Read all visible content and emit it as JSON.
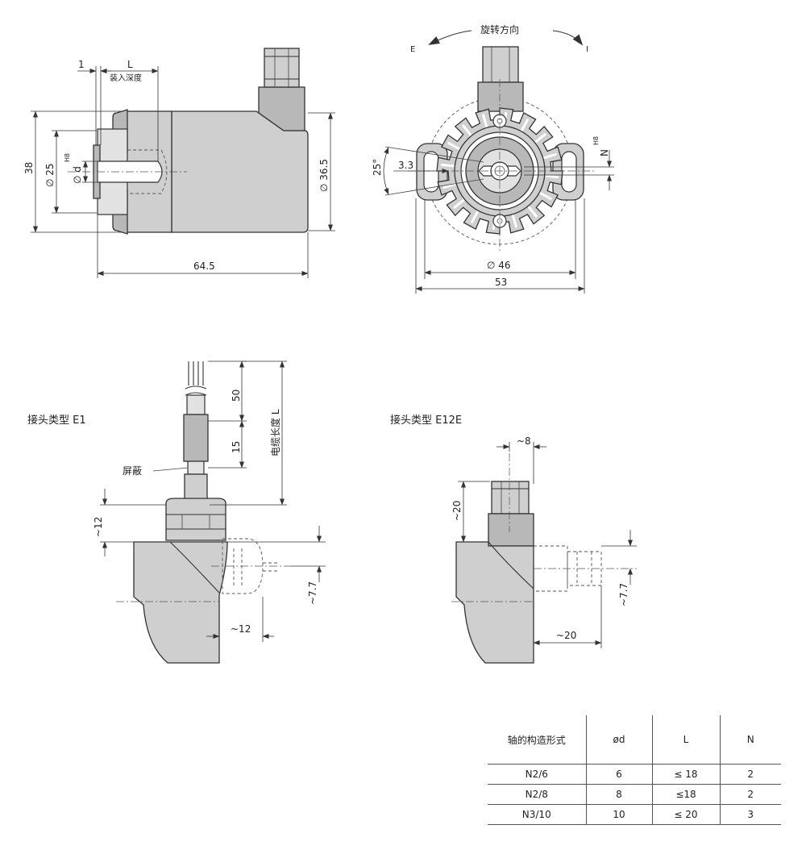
{
  "side_view": {
    "dim_1": "1",
    "dim_L": "L",
    "depth_note": "装入深度",
    "dim_38": "38",
    "dim_phi25": "∅ 25",
    "dim_phid": "∅ d",
    "tol_h8": "H8",
    "dim_phi365": "∅ 36.5",
    "dim_645": "64.5"
  },
  "front_view": {
    "rotation_label": "旋转方向",
    "dir_left": "E",
    "dir_right": "I",
    "dim_25deg": "25°",
    "dim_33": "3.3",
    "dim_N": "N",
    "tol_h8": "H8",
    "dim_phi46": "∅ 46",
    "dim_53": "53"
  },
  "e1_view": {
    "heading": "接头类型 E1",
    "dim_50": "50",
    "dim_15": "15",
    "cable_length": "电缆长度 L",
    "shield_label": "屏蔽",
    "dim_12_top": "~12",
    "dim_77": "~7.7",
    "dim_12_bottom": "~12"
  },
  "e12e_view": {
    "heading": "接头类型 E12E",
    "dim_8": "~8",
    "dim_20_top": "~20",
    "dim_77": "~7.7",
    "dim_20_bottom": "~20"
  },
  "shaft_table": {
    "headers": [
      "轴的构造形式",
      "ød",
      "L",
      "N"
    ],
    "rows": [
      [
        "N2/6",
        "6",
        "≤ 18",
        "2"
      ],
      [
        "N2/8",
        "8",
        "≤18",
        "2"
      ],
      [
        "N3/10",
        "10",
        "≤ 20",
        "3"
      ]
    ]
  }
}
